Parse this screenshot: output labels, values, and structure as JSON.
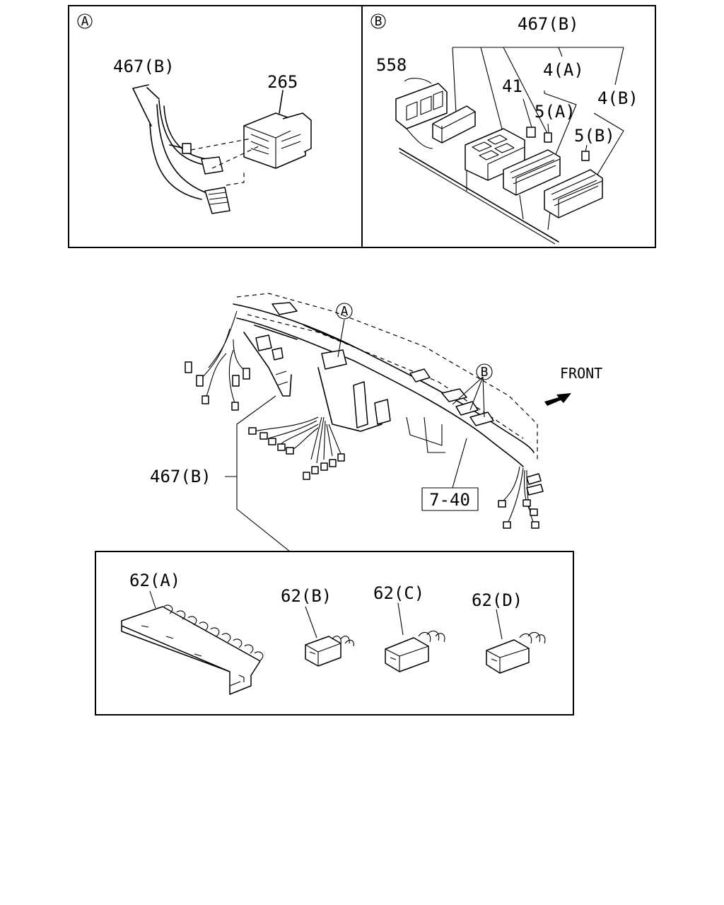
{
  "inset_a": {
    "marker": "A",
    "labels": {
      "harness": "467(B)",
      "connector": "265"
    }
  },
  "inset_b": {
    "marker": "B",
    "labels": {
      "harness": "467(B)",
      "switch": "558",
      "fuse_41": "41",
      "fuse_box_4a": "4(A)",
      "fuse_5a": "5(A)",
      "fuse_box_4b": "4(B)",
      "fuse_5b": "5(B)"
    }
  },
  "main": {
    "marker_a": "A",
    "marker_b": "B",
    "front_label": "FRONT",
    "harness_label": "467(B)",
    "ref_box": "7-40"
  },
  "relay_box": {
    "labels": {
      "relay_a": "62(A)",
      "relay_b": "62(B)",
      "relay_c": "62(C)",
      "relay_d": "62(D)"
    }
  }
}
